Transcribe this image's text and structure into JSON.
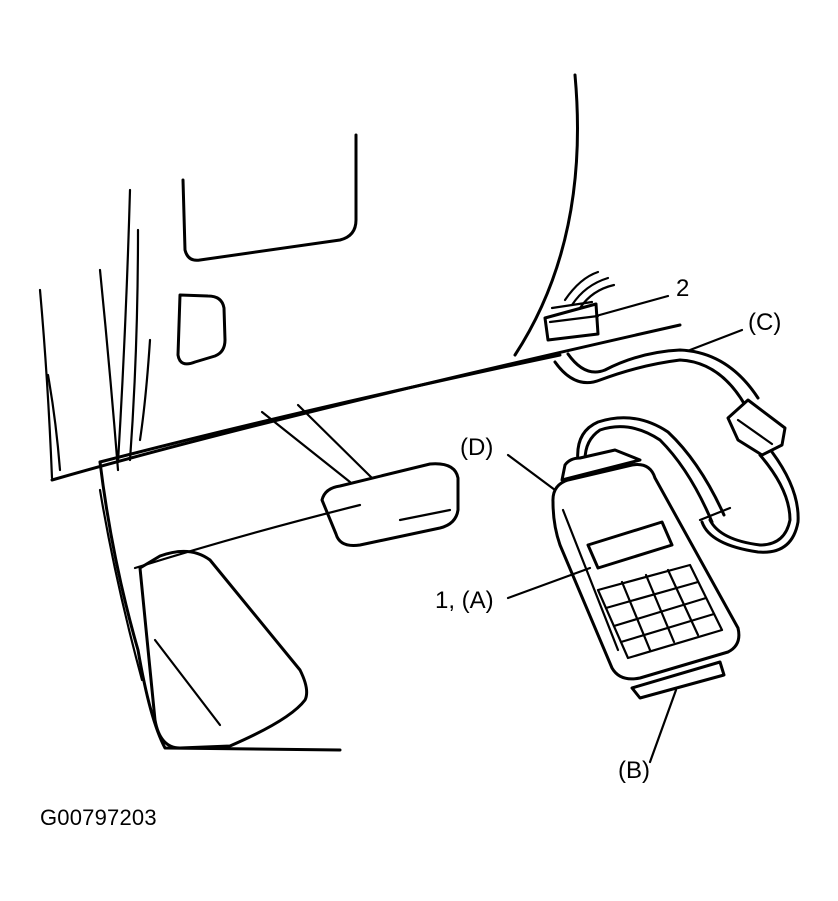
{
  "figure_id": "G00797203",
  "callouts": {
    "item_2": "2",
    "item_c": "(C)",
    "item_d": "(D)",
    "item_1a": "1, (A)",
    "item_b": "(B)"
  }
}
